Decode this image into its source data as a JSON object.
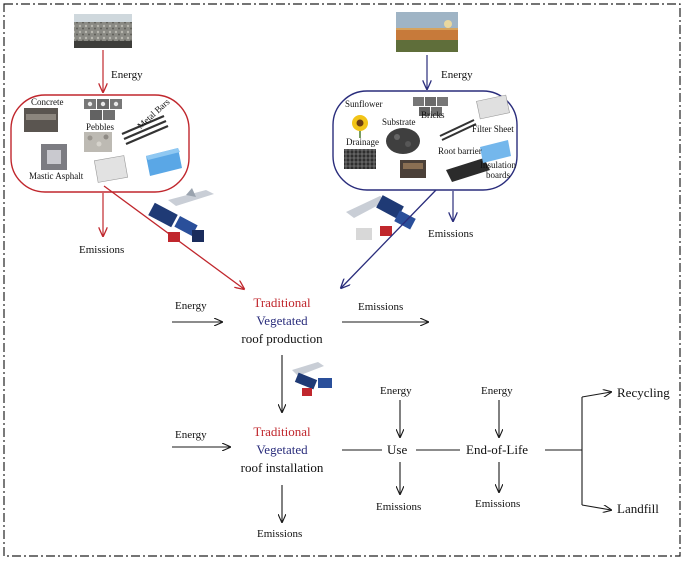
{
  "left_material": {
    "energy": "Energy",
    "items": [
      "Concrete",
      "Pebbles",
      "Metal Bars",
      "Mastic Asphalt"
    ],
    "emissions": "Emissions"
  },
  "right_material": {
    "energy": "Energy",
    "items": [
      "Sunflower",
      "Substrate",
      "Bricks",
      "Drainage",
      "Filter Sheet",
      "Root barrier",
      "Insulation boards"
    ],
    "emissions": "Emissions"
  },
  "production": {
    "energy_in": "Energy",
    "traditional": "Traditional",
    "vegetated": "Vegetated",
    "label": "roof production",
    "emissions_out": "Emissions"
  },
  "installation": {
    "energy_in": "Energy",
    "traditional": "Traditional",
    "vegetated": "Vegetated",
    "label": "roof installation",
    "emissions_out": "Emissions"
  },
  "use": {
    "energy": "Energy",
    "label": "Use",
    "emissions": "Emissions"
  },
  "end_of_life": {
    "energy": "Energy",
    "label": "End-of-Life",
    "emissions": "Emissions"
  },
  "outcomes": {
    "recycling": "Recycling",
    "landfill": "Landfill"
  },
  "colors": {
    "traditional": "#c0272d",
    "vegetated": "#2a2d7c",
    "arrow": "#1a1a1a"
  }
}
